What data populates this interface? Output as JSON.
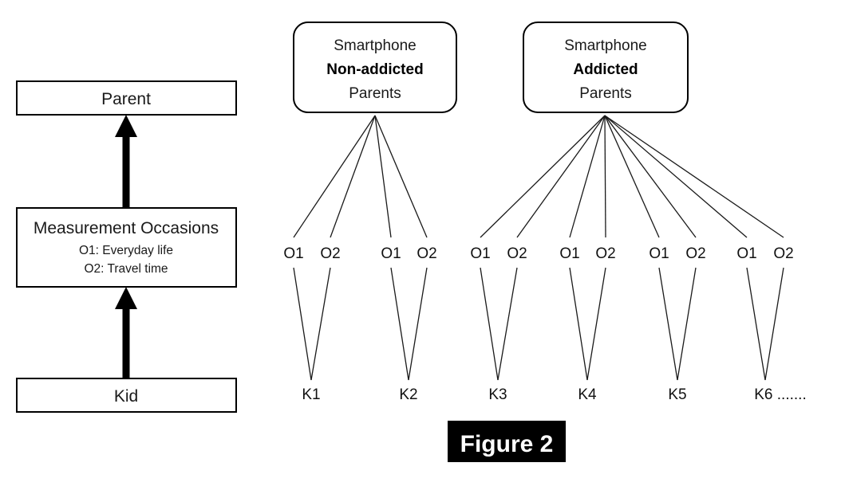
{
  "figure": {
    "caption": "Figure 2",
    "caption_bg": "#000000",
    "caption_fg": "#ffffff"
  },
  "left_panel": {
    "name": "hierarchy-levels",
    "boxes": [
      {
        "id": "parent",
        "title": "Parent",
        "sub1": "",
        "sub2": ""
      },
      {
        "id": "measurement-occasions",
        "title": "Measurement Occasions",
        "sub1": "O1: Everyday life",
        "sub2": "O2: Travel time"
      },
      {
        "id": "kid",
        "title": "Kid",
        "sub1": "",
        "sub2": ""
      }
    ],
    "arrows": [
      {
        "from": "measurement-occasions",
        "to": "parent"
      },
      {
        "from": "kid",
        "to": "measurement-occasions"
      }
    ]
  },
  "tree": {
    "groups": [
      {
        "id": "non-addicted",
        "line1": "Smartphone",
        "line2": "Non-addicted",
        "line3": "Parents",
        "occasions": [
          "O1",
          "O2",
          "O1",
          "O2"
        ],
        "kids": [
          "K1",
          "K2"
        ]
      },
      {
        "id": "addicted",
        "line1": "Smartphone",
        "line2": "Addicted",
        "line3": "Parents",
        "occasions": [
          "O1",
          "O2",
          "O1",
          "O2",
          "O1",
          "O2",
          "O1",
          "O2"
        ],
        "kids": [
          "K3",
          "K4",
          "K5",
          "K6 ......."
        ]
      }
    ]
  },
  "colors": {
    "stroke": "#000000",
    "thin_stroke": "#1a1a1a",
    "background": "#ffffff"
  }
}
